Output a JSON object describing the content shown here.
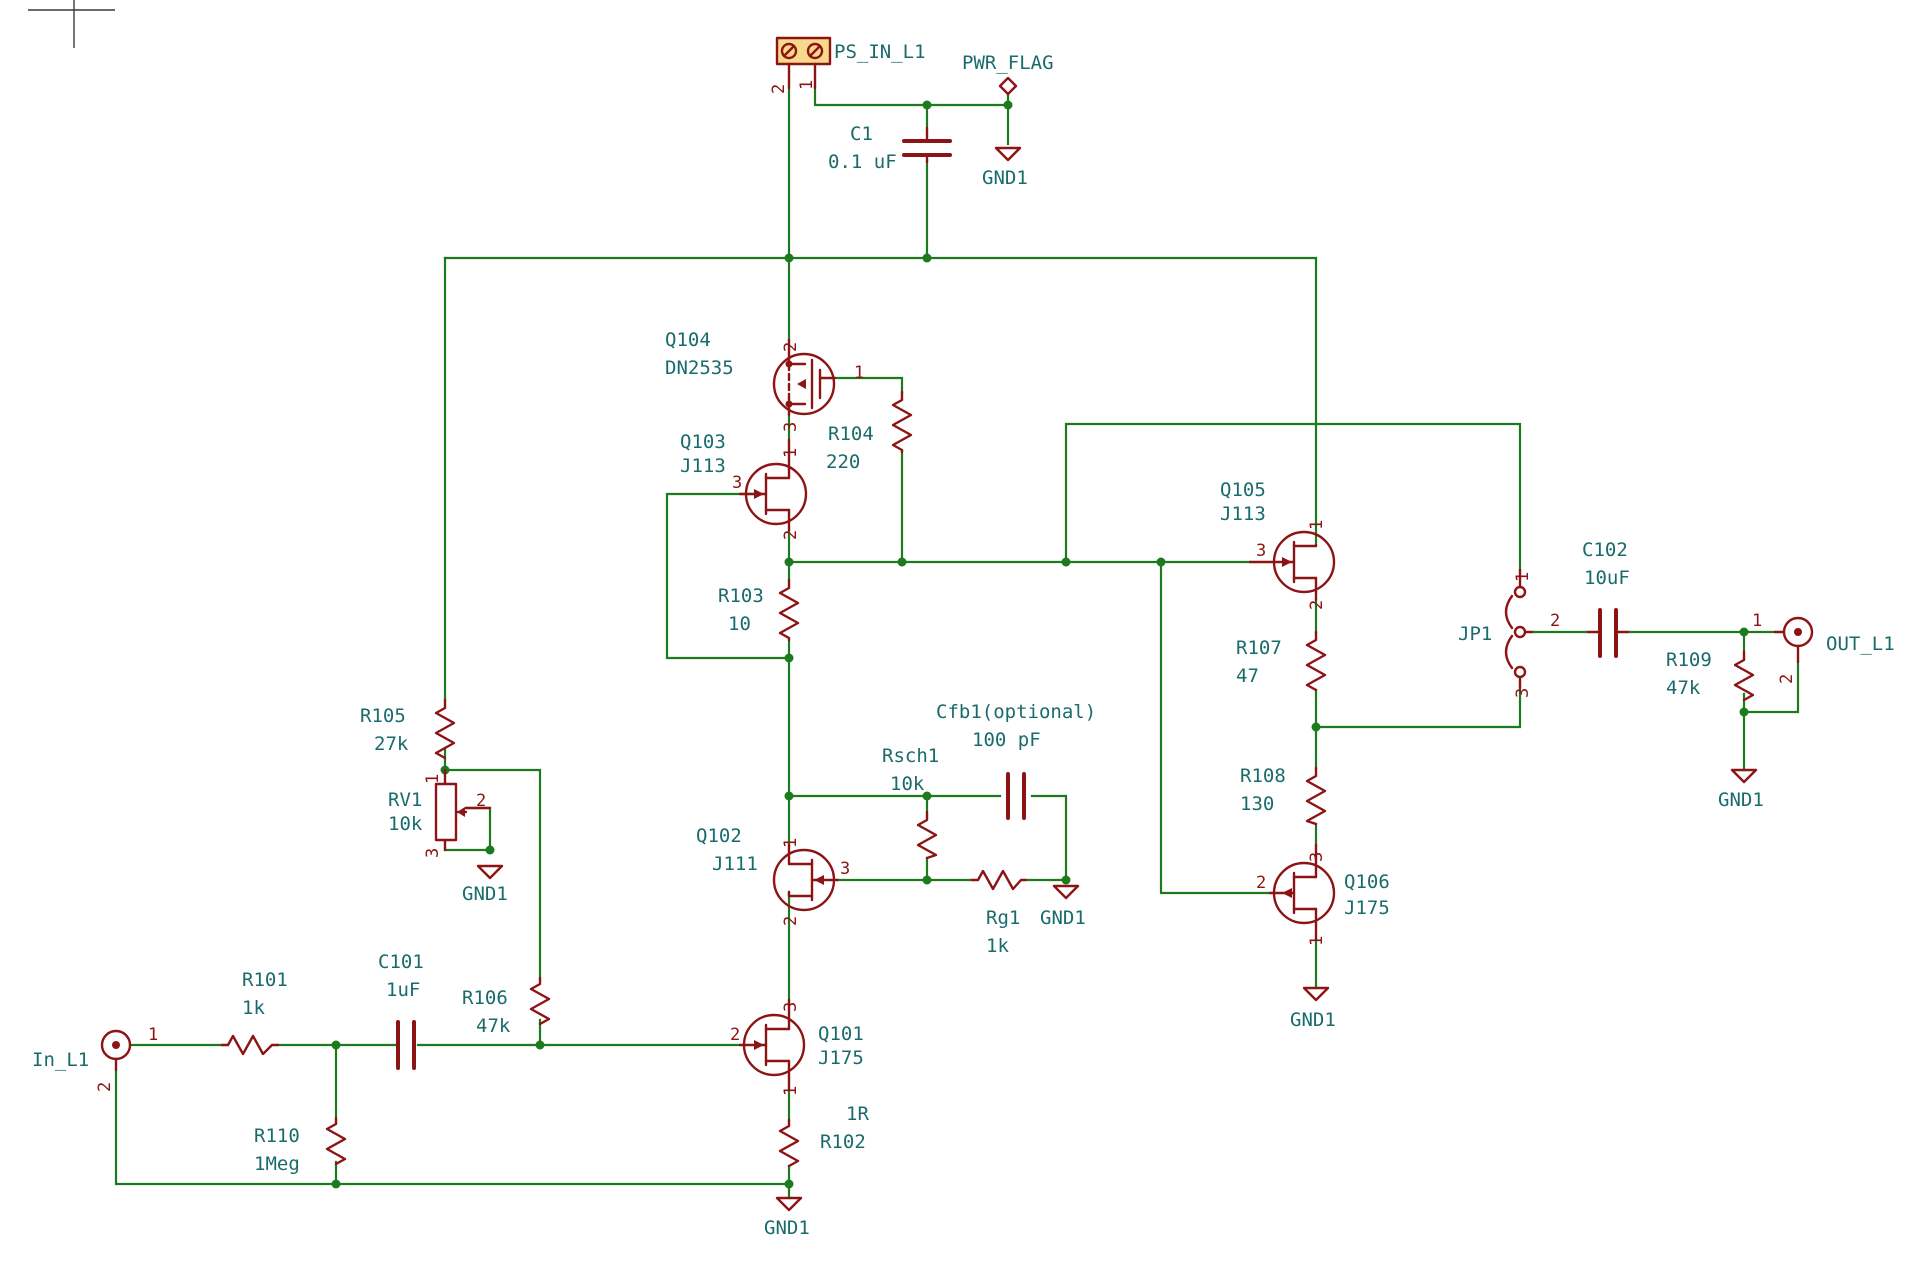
{
  "labels": {
    "ps_in_l1": "PS_IN_L1",
    "pwr_flag": "PWR_FLAG",
    "gnd1": "GND1",
    "c1_ref": "C1",
    "c1_val": "0.1 uF",
    "q104_ref": "Q104",
    "q104_val": "DN2535",
    "r104_ref": "R104",
    "r104_val": "220",
    "q103_ref": "Q103",
    "q103_val": "J113",
    "r103_ref": "R103",
    "r103_val": "10",
    "r105_ref": "R105",
    "r105_val": "27k",
    "rv1_ref": "RV1",
    "rv1_val": "10k",
    "rsch1_ref": "Rsch1",
    "rsch1_val": "10k",
    "cfb1_ref": "Cfb1(optional)",
    "cfb1_val": "100 pF",
    "q102_ref": "Q102",
    "q102_val": "J111",
    "rg1_ref": "Rg1",
    "rg1_val": "1k",
    "q105_ref": "Q105",
    "q105_val": "J113",
    "r107_ref": "R107",
    "r107_val": "47",
    "r108_ref": "R108",
    "r108_val": "130",
    "q106_ref": "Q106",
    "q106_val": "J175",
    "jp1_ref": "JP1",
    "c102_ref": "C102",
    "c102_val": "10uF",
    "r109_ref": "R109",
    "r109_val": "47k",
    "out_l1": "OUT_L1",
    "r101_ref": "R101",
    "r101_val": "1k",
    "c101_ref": "C101",
    "c101_val": "1uF",
    "r106_ref": "R106",
    "r106_val": "47k",
    "q101_ref": "Q101",
    "q101_val": "J175",
    "in_l1": "In_L1",
    "r110_ref": "R110",
    "r110_val": "1Meg",
    "r102_val": "1R",
    "r102_ref": "R102"
  },
  "pins": {
    "p1": "1",
    "p2": "2",
    "p3": "3"
  },
  "colors": {
    "wire": "#1e7a1e",
    "symbol": "#8c1414",
    "reference_text": "#1a6b6b",
    "background": "#ffffff"
  }
}
